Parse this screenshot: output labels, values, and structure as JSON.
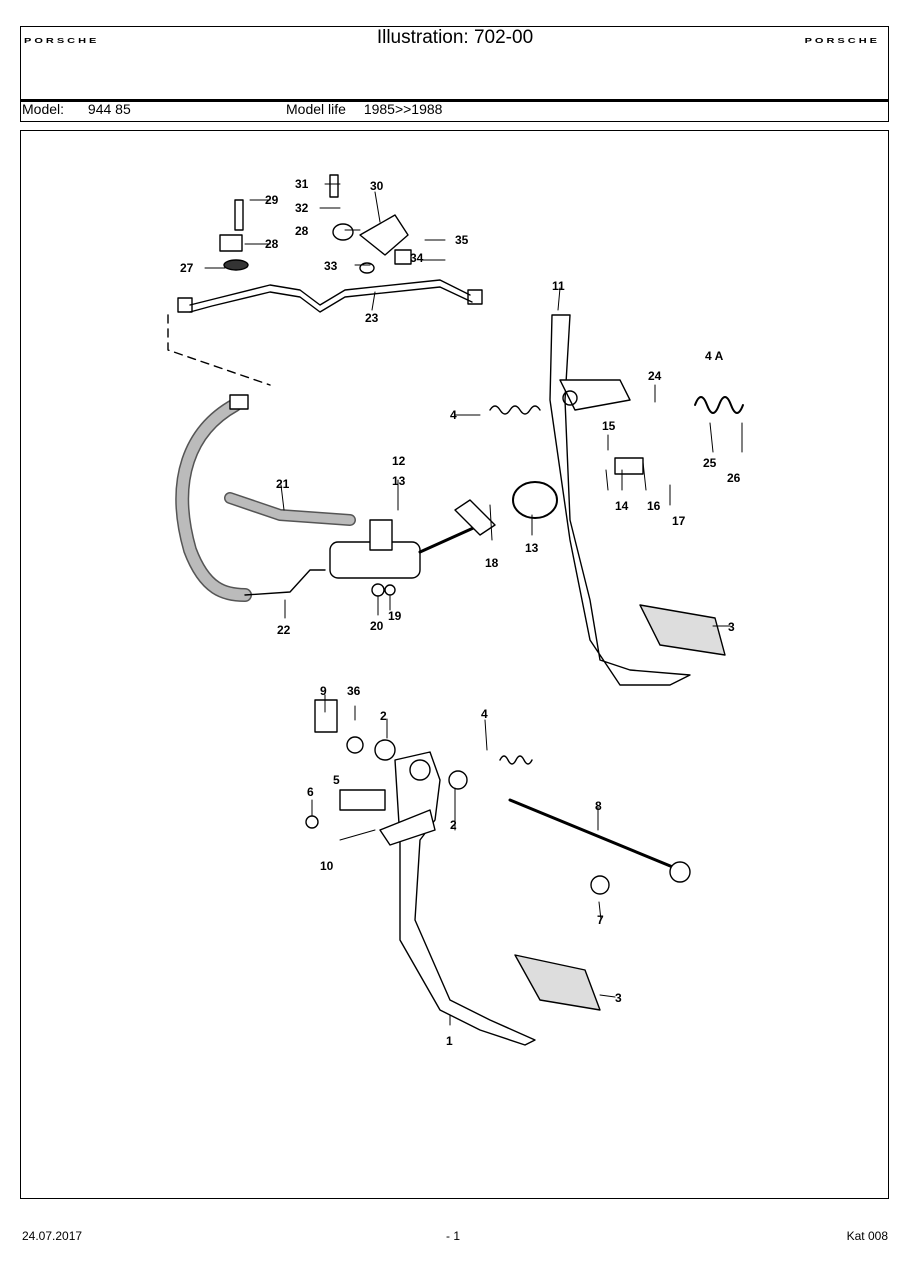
{
  "header": {
    "brand_left": "PORSCHE",
    "brand_right": "PORSCHE",
    "title": "Illustration: 702-00",
    "model_label": "Model:",
    "model_value": "944 85",
    "model_life_label": "Model life",
    "model_life_value": "1985>>1988"
  },
  "illustration": {
    "part_labels": [
      "1",
      "2",
      "2",
      "3",
      "3",
      "4",
      "4",
      "4 A",
      "5",
      "6",
      "7",
      "8",
      "9",
      "10",
      "11",
      "12",
      "13",
      "13",
      "14",
      "15",
      "16",
      "17",
      "18",
      "19",
      "20",
      "21",
      "22",
      "23",
      "24",
      "25",
      "26",
      "27",
      "28",
      "28",
      "29",
      "30",
      "31",
      "32",
      "33",
      "34",
      "35",
      "36"
    ]
  },
  "footer": {
    "date": "24.07.2017",
    "page": "- 1",
    "catalog": "Kat 008"
  }
}
